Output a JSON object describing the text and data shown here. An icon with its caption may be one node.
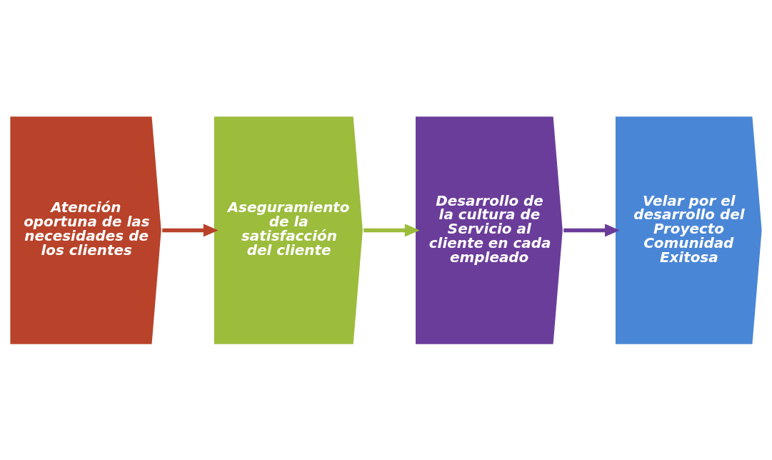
{
  "diagram": {
    "nodes": [
      {
        "text": [
          "Atención oportuna de las necesidades de los clientes"
        ]
      },
      {
        "text": [
          "Aseguramiento de la satisfacción del cliente"
        ]
      },
      {
        "text": [
          "Desarrollo de la cultura de Servicio al cliente en cada empleado"
        ]
      },
      {
        "text": [
          "Velar por el desarrollo del Proyecto Comunidad Exitosa"
        ]
      }
    ],
    "edges": [
      {
        "from": 0,
        "to": 1,
        "arrow": "to",
        "color": "#b8432a"
      },
      {
        "from": 1,
        "to": 2,
        "arrow": "to",
        "color": "#9cbc3c"
      },
      {
        "from": 2,
        "to": 3,
        "arrow": "to",
        "color": "#6b3d9a"
      }
    ]
  }
}
